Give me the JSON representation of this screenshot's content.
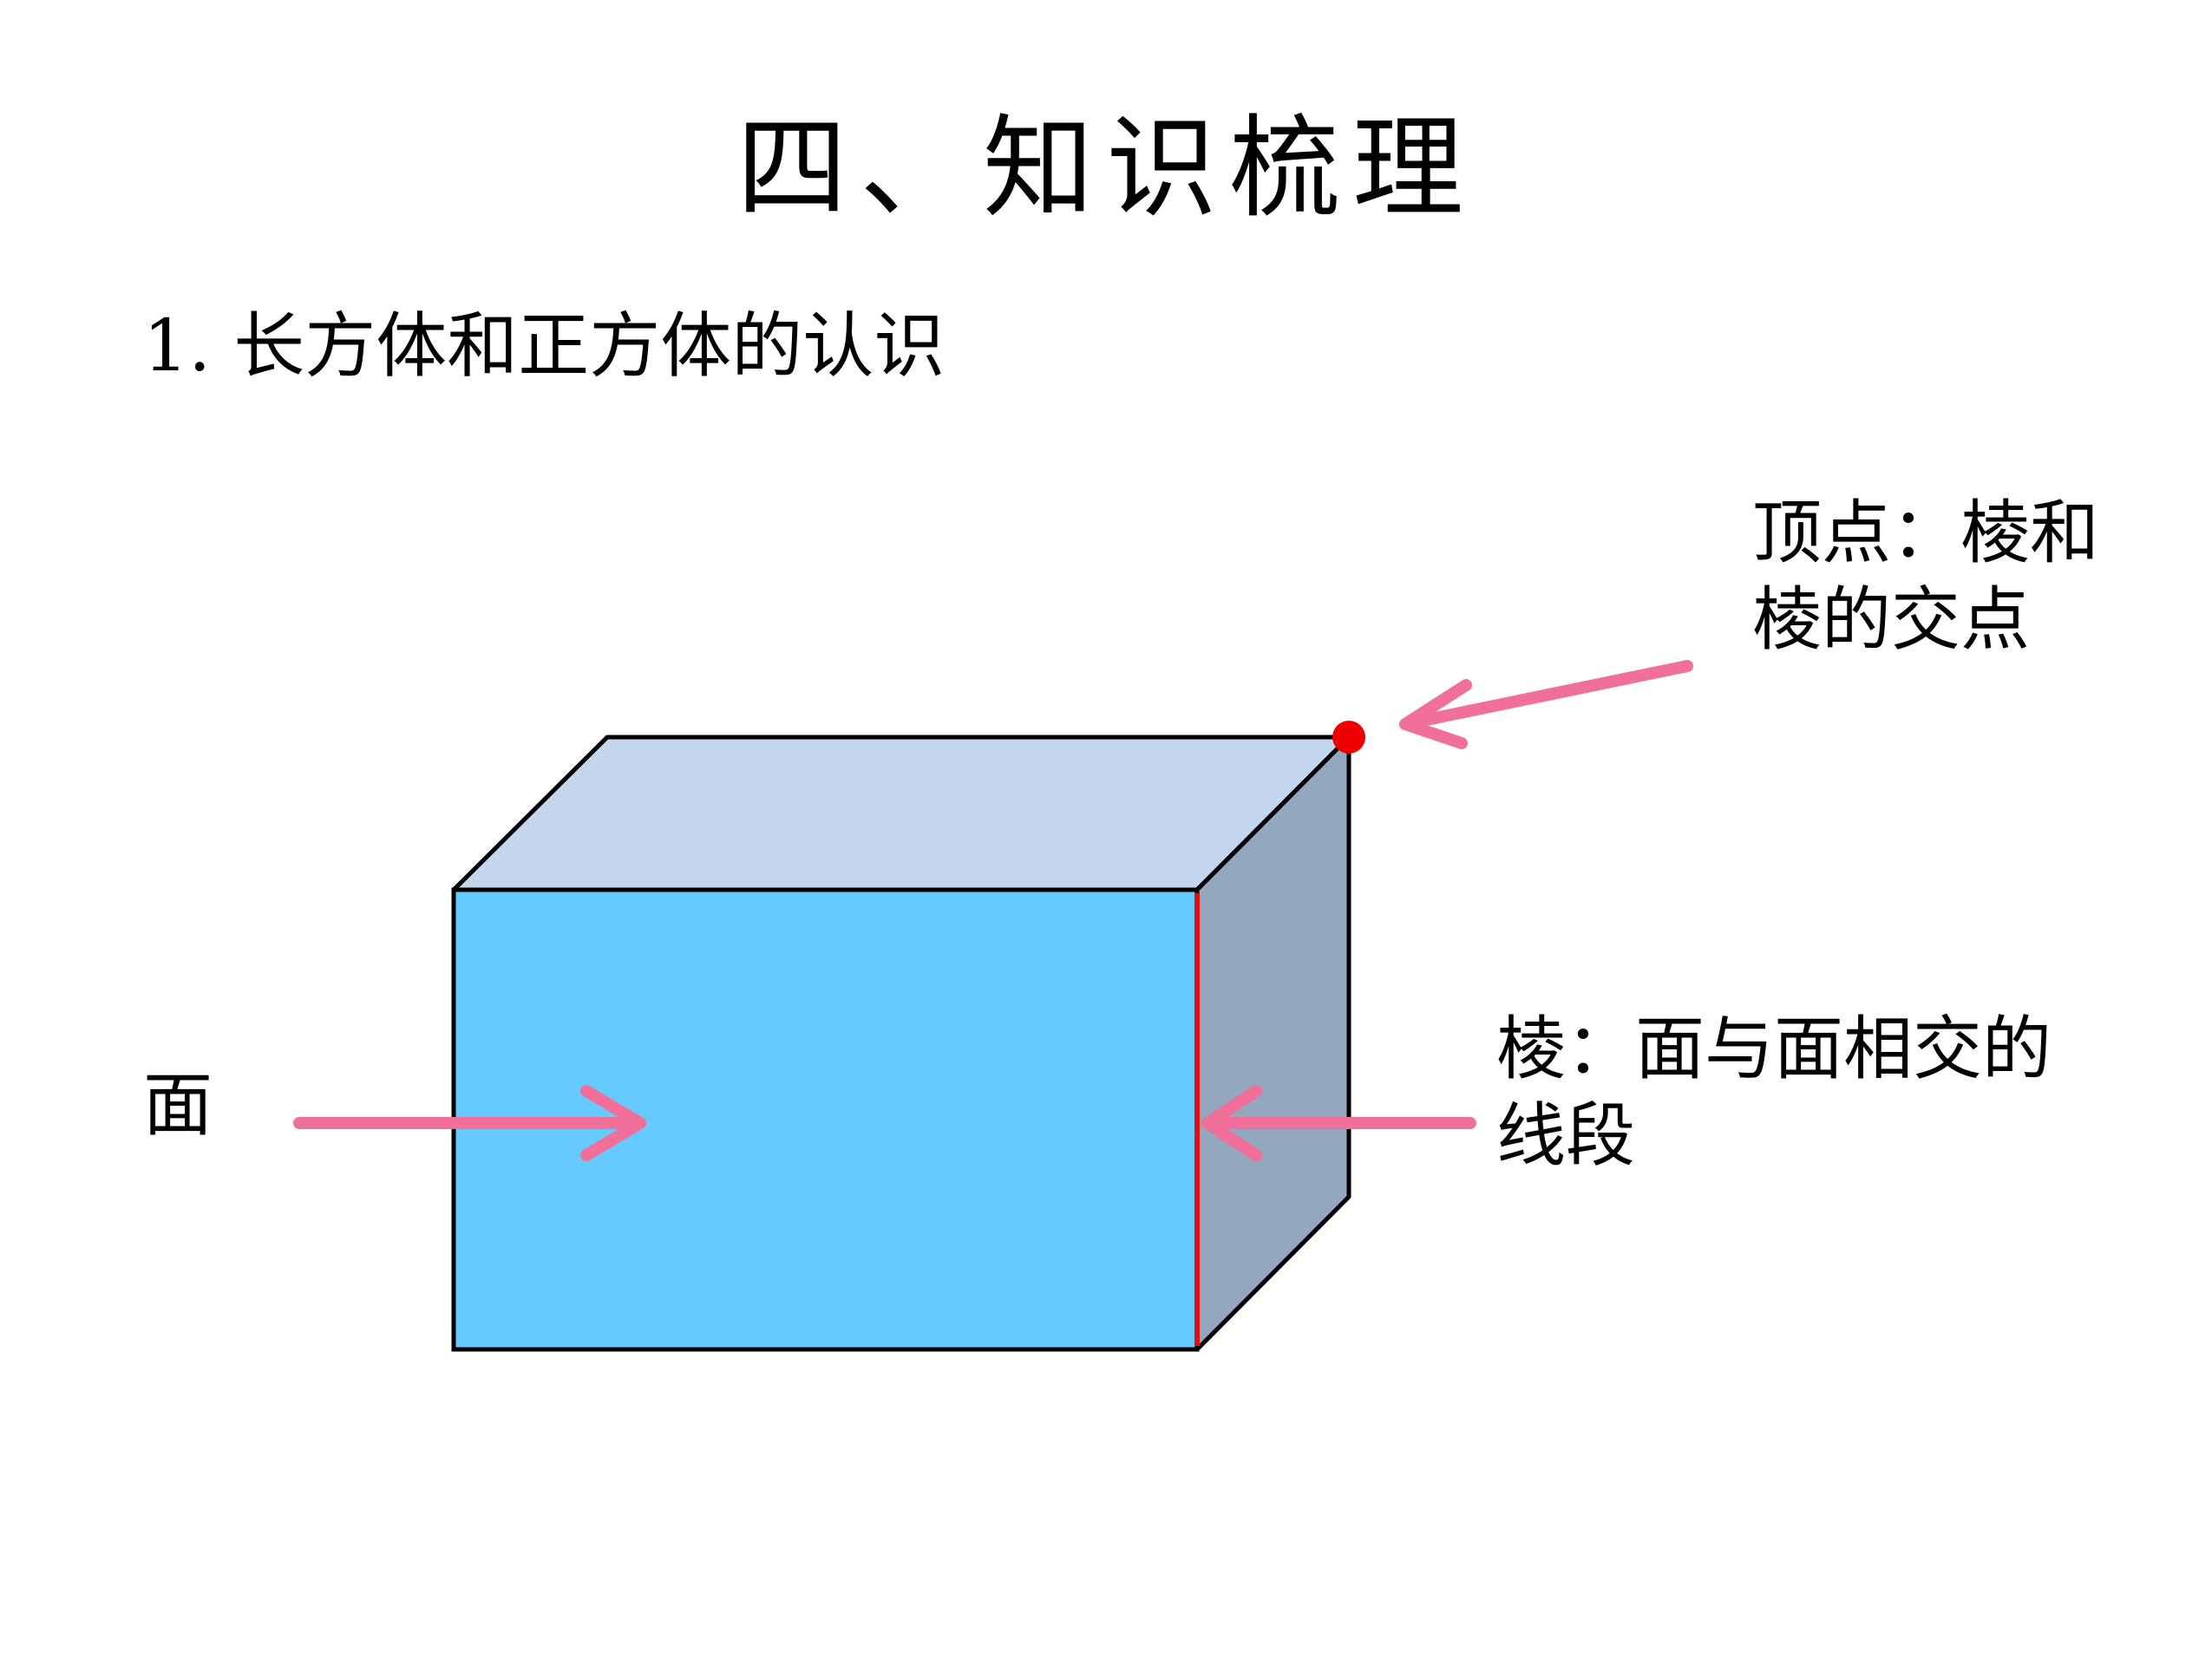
{
  "title": "四、知识梳理",
  "section_heading": "1. 长方体和正方体的认识",
  "labels": {
    "vertex": "顶点：棱和\n棱的交点",
    "edge": "棱：面与面相交的\n线段",
    "face": "面"
  },
  "colors": {
    "front_face": "#66CAFF",
    "top_face": "#C3D6EE",
    "side_face": "#93A7BE",
    "outline": "#000000",
    "highlight_edge": "#E01010",
    "vertex_dot": "#EE0000",
    "arrow": "#F0709A"
  }
}
